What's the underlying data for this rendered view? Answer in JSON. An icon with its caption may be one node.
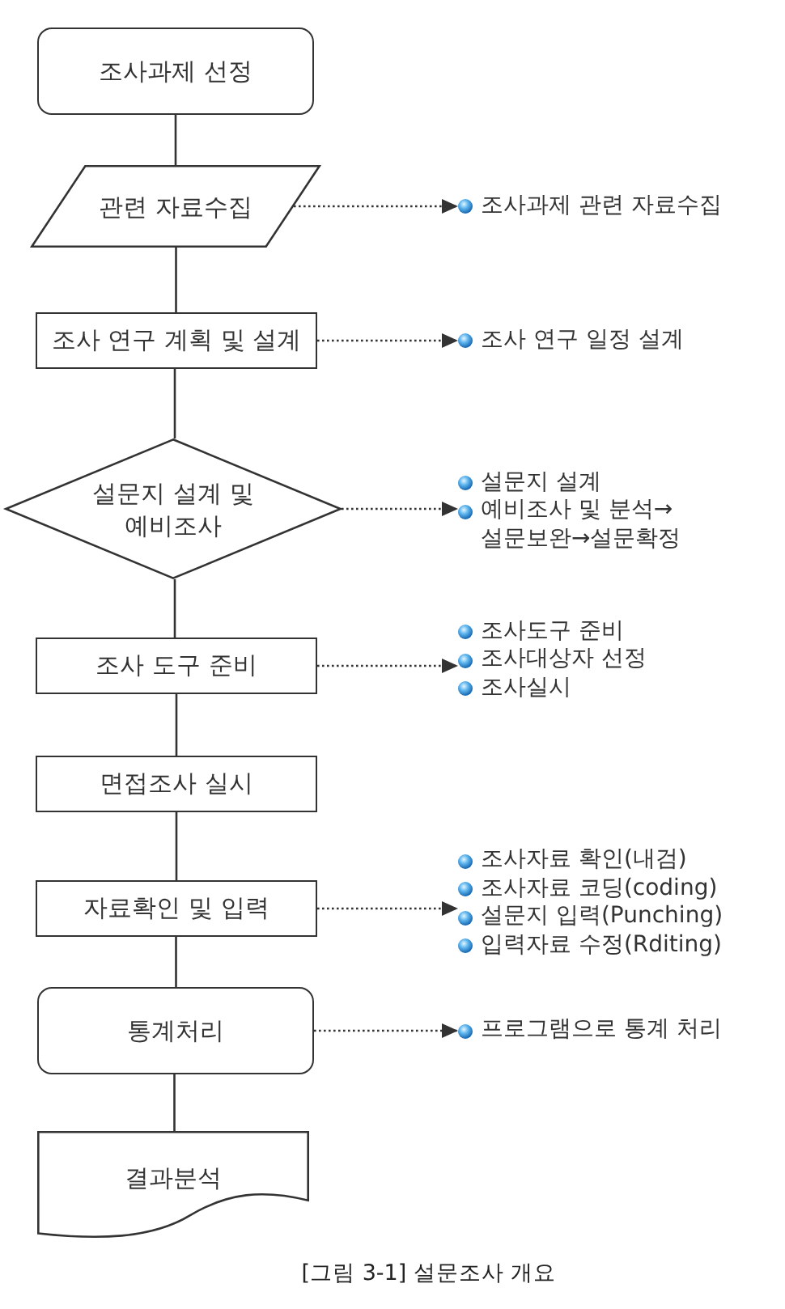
{
  "diagram": {
    "caption": "[그림 3-1] 설문조사 개요",
    "nodes": [
      {
        "text": [
          "조사과제 선정"
        ]
      },
      {
        "text": [
          "관련 자료수집"
        ]
      },
      {
        "text": [
          "조사과제 관련 자료수집"
        ]
      },
      {
        "text": [
          "조사 연구 계획 및 설계"
        ]
      },
      {
        "text": [
          "조사 연구 일정 설계"
        ]
      },
      {
        "text": [
          "설문지 설계 및 예비조사"
        ]
      },
      {
        "text": [
          "설문지 설계",
          "예비조사 및 분석→ 설문보완→설문확정"
        ]
      },
      {
        "text": [
          "조사 도구 준비"
        ]
      },
      {
        "text": [
          "조사도구 준비",
          "조사대상자 선정",
          "조사실시"
        ]
      },
      {
        "text": [
          "면접조사 실시"
        ]
      },
      {
        "text": [
          "자료확인 및 입력"
        ]
      },
      {
        "text": [
          "조사자료 확인(내검)",
          "조사자료 코딩(coding)",
          "설문지 입력(Punching)",
          "입력자료 수정(Rditing)"
        ]
      },
      {
        "text": [
          "통계처리"
        ]
      },
      {
        "text": [
          "프로그램으로 통계 처리"
        ]
      },
      {
        "text": [
          "결과분석"
        ]
      }
    ],
    "edges": [
      {
        "from": 0,
        "to": 1,
        "arrow": "none"
      },
      {
        "from": 1,
        "to": 3,
        "arrow": "none"
      },
      {
        "from": 3,
        "to": 5,
        "arrow": "none"
      },
      {
        "from": 5,
        "to": 7,
        "arrow": "none"
      },
      {
        "from": 7,
        "to": 9,
        "arrow": "none"
      },
      {
        "from": 9,
        "to": 10,
        "arrow": "none"
      },
      {
        "from": 10,
        "to": 12,
        "arrow": "none"
      },
      {
        "from": 12,
        "to": 14,
        "arrow": "none"
      },
      {
        "from": 1,
        "to": 2,
        "arrow": "to",
        "style": "dashed"
      },
      {
        "from": 3,
        "to": 4,
        "arrow": "to",
        "style": "dashed"
      },
      {
        "from": 5,
        "to": 6,
        "arrow": "to",
        "style": "dashed"
      },
      {
        "from": 7,
        "to": 8,
        "arrow": "to",
        "style": "dashed"
      },
      {
        "from": 10,
        "to": 11,
        "arrow": "to",
        "style": "dashed"
      },
      {
        "from": 12,
        "to": 13,
        "arrow": "to",
        "style": "dashed"
      }
    ]
  }
}
